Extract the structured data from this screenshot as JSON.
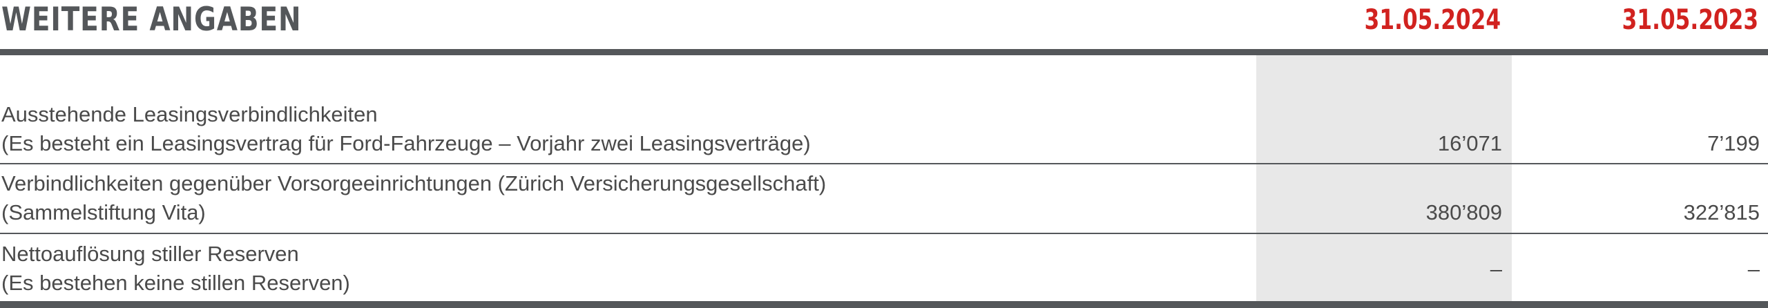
{
  "section": {
    "title": "WEITERE ANGABEN",
    "date_current": "31.05.2024",
    "date_previous": "31.05.2023"
  },
  "rows": [
    {
      "line1": "Ausstehende Leasingsverbindlichkeiten",
      "line2": "(Es besteht ein Leasingsvertrag für Ford-Fahrzeuge – Vorjahr zwei Leasingsverträge)",
      "current": "16’071",
      "previous": "7’199"
    },
    {
      "line1": "Verbindlichkeiten gegenüber Vorsorgeeinrichtungen (Zürich Versicherungsgesellschaft)",
      "line2": "(Sammelstiftung Vita)",
      "current": "380’809",
      "previous": "322’815"
    },
    {
      "line1": "Nettoauflösung stiller Reserven",
      "line2": "(Es bestehen keine stillen Reserven)",
      "current": "–",
      "previous": "–"
    }
  ],
  "colors": {
    "accent": "#d1221f",
    "rule": "#54575a",
    "shade": "#e8e8e8"
  }
}
